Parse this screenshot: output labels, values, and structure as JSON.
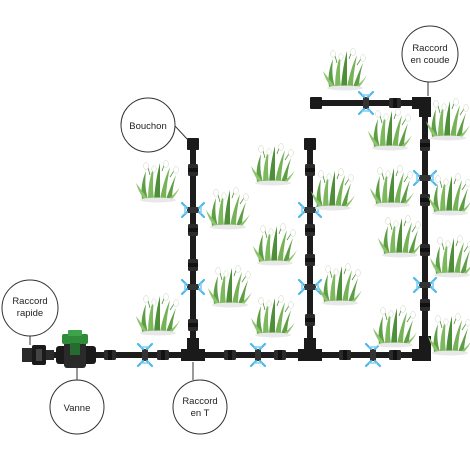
{
  "diagram": {
    "labels": {
      "raccord_rapide_1": "Raccord",
      "raccord_rapide_2": "rapide",
      "vanne": "Vanne",
      "raccord_t_1": "Raccord",
      "raccord_t_2": "en T",
      "bouchon": "Bouchon",
      "raccord_coude_1": "Raccord",
      "raccord_coude_2": "en coude"
    },
    "colors": {
      "pipe": "#1c1c1c",
      "valve": "#2e8b3a",
      "drip": "#4fb7e8",
      "grass": "#6aa84f",
      "flower": "#ffffff",
      "callout_border": "#333333"
    },
    "icons": [
      "snowdrop-plant-icon",
      "drip-emitter-icon",
      "valve-icon",
      "tee-connector-icon",
      "end-cap-icon",
      "elbow-connector-icon",
      "quick-connector-icon"
    ]
  }
}
